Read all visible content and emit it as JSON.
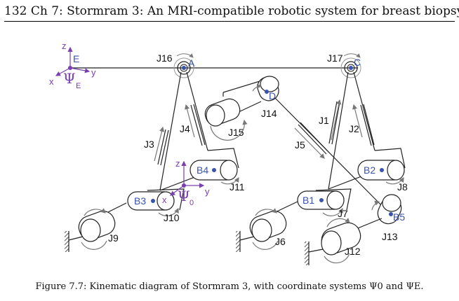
{
  "header": {
    "text": "132 Ch 7: Stormram 3: An MRI-compatible robotic system for breast biopsy"
  },
  "caption": {
    "text": "Figure 7.7: Kinematic diagram of Stormram 3, with coordinate systems Ψ0 and ΨE."
  },
  "frames": {
    "E": {
      "origin": "E",
      "x": "x",
      "y": "y",
      "z": "z",
      "psi": "Ψ",
      "sub": "E"
    },
    "zero": {
      "x": "x",
      "y": "y",
      "z": "z",
      "psi": "Ψ",
      "sub": "0"
    }
  },
  "points": {
    "A": "A",
    "B1": "B1",
    "B2": "B2",
    "B3": "B3",
    "B4": "B4",
    "B5": "B5",
    "C": "C",
    "D": "D"
  },
  "joints": {
    "J1": "J1",
    "J2": "J2",
    "J3": "J3",
    "J4": "J4",
    "J5": "J5",
    "J6": "J6",
    "J7": "J7",
    "J8": "J8",
    "J9": "J9",
    "J10": "J10",
    "J11": "J11",
    "J12": "J12",
    "J13": "J13",
    "J14": "J14",
    "J15": "J15",
    "J16": "J16",
    "J17": "J17"
  },
  "colors": {
    "line": "#222222",
    "gray": "#777777",
    "blue": "#3a52b0",
    "purple": "#7a3fb0"
  }
}
